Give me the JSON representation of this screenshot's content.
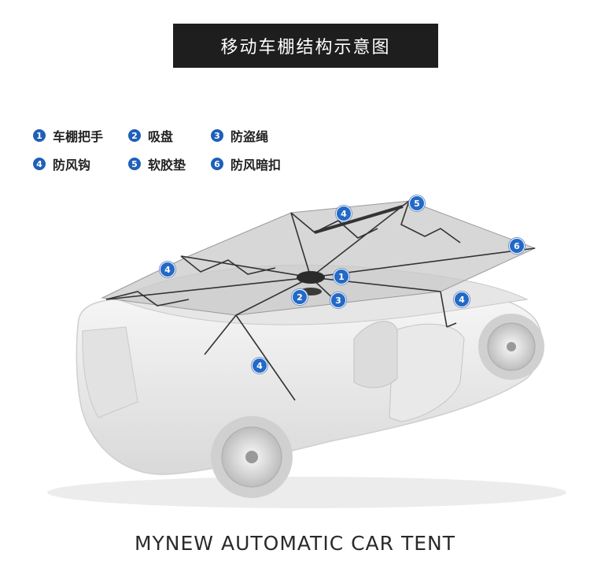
{
  "header": {
    "title": "移动车棚结构示意图"
  },
  "legend": [
    {
      "num": "1",
      "label": "车棚把手"
    },
    {
      "num": "2",
      "label": "吸盘"
    },
    {
      "num": "3",
      "label": "防盗绳"
    },
    {
      "num": "4",
      "label": "防风钩"
    },
    {
      "num": "5",
      "label": "软胶垫"
    },
    {
      "num": "6",
      "label": "防风暗扣"
    }
  ],
  "callouts": [
    "4",
    "5",
    "6",
    "4",
    "1",
    "2",
    "3",
    "4",
    "4"
  ],
  "footer": {
    "title": "MYNEW AUTOMATIC CAR TENT"
  },
  "colors": {
    "title_bg": "#1e1e1e",
    "badge": "#1f5fb8",
    "car_body": "#f1f1f1",
    "canopy": "#c9c9c9"
  }
}
